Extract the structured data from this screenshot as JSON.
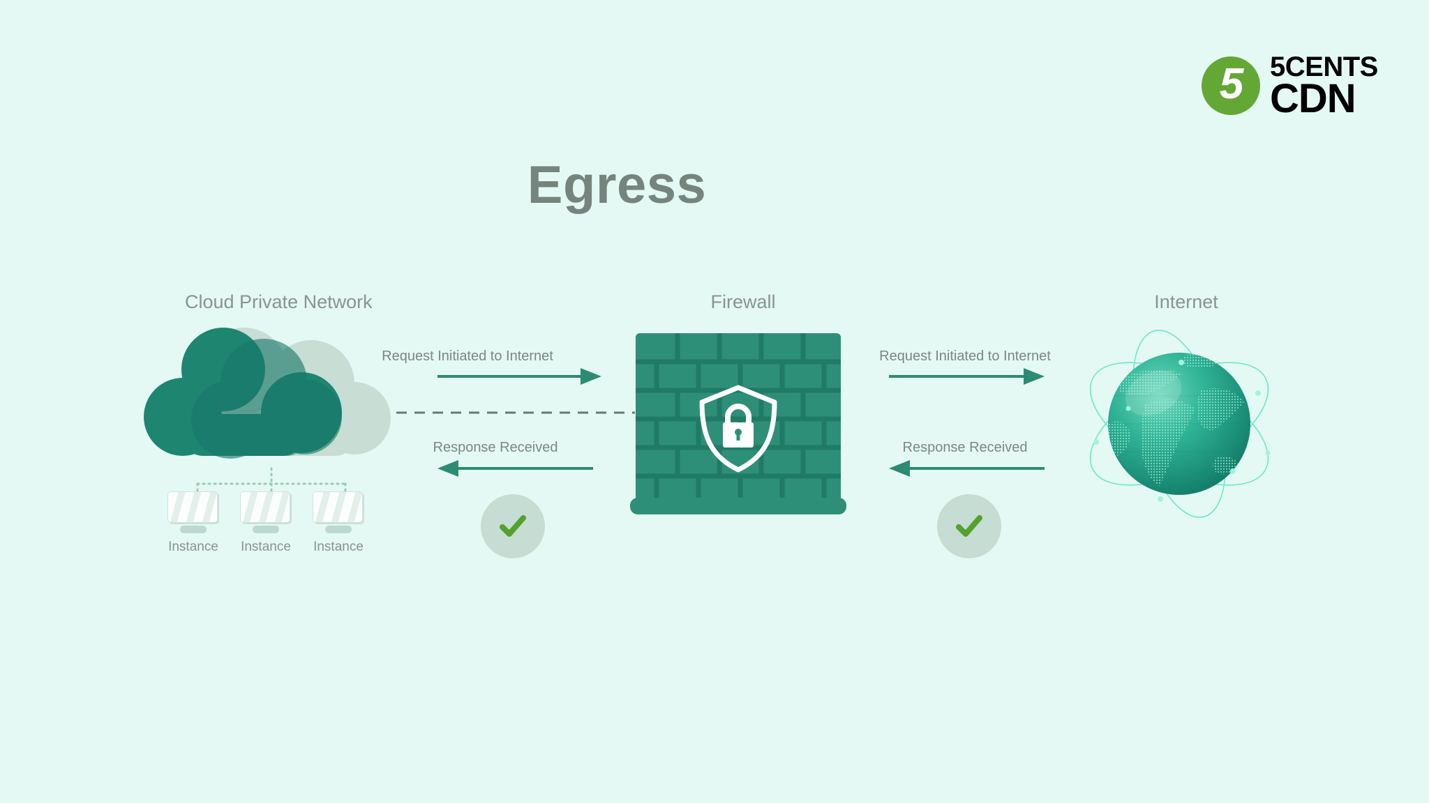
{
  "logo": {
    "mark_text": "5",
    "line1": "5CENTS",
    "line2": "CDN",
    "mark_color": "#63a834",
    "text_color": "#000000"
  },
  "title": "Egress",
  "colors": {
    "background": "#e4f9f3",
    "teal_dark": "#1b7f6b",
    "teal": "#2d8b73",
    "teal_wall": "#2e8f78",
    "sage": "#c5ddd3",
    "check_green": "#54a12c",
    "heading_gray": "#8a938f",
    "title_gray": "#76847e",
    "dashed_gray": "#6b7671"
  },
  "sections": {
    "cloud": {
      "heading": "Cloud Private Network",
      "icon": "cloud-icon"
    },
    "firewall": {
      "heading": "Firewall",
      "icon": "brick-wall-icon",
      "badge_icon": "shield-lock-icon"
    },
    "internet": {
      "heading": "Internet",
      "icon": "globe-icon"
    }
  },
  "instances": [
    {
      "label": "Instance",
      "icon": "server-instance-icon"
    },
    {
      "label": "Instance",
      "icon": "server-instance-icon"
    },
    {
      "label": "Instance",
      "icon": "server-instance-icon"
    }
  ],
  "flows": [
    {
      "id": "request-left",
      "label": "Request Initiated to Internet",
      "direction": "right",
      "segment": "cloud-to-firewall"
    },
    {
      "id": "response-left",
      "label": "Response Received",
      "direction": "left",
      "segment": "firewall-to-cloud"
    },
    {
      "id": "request-right",
      "label": "Request Initiated to Internet",
      "direction": "right",
      "segment": "firewall-to-internet"
    },
    {
      "id": "response-right",
      "label": "Response Received",
      "direction": "left",
      "segment": "internet-to-firewall"
    }
  ],
  "status_badges": [
    {
      "id": "allowed-left",
      "icon": "check-icon",
      "state": "allowed"
    },
    {
      "id": "allowed-right",
      "icon": "check-icon",
      "state": "allowed"
    }
  ],
  "connectors": {
    "cloud_to_firewall": "dashed-line",
    "cloud_to_instances": "dotted-tree"
  }
}
